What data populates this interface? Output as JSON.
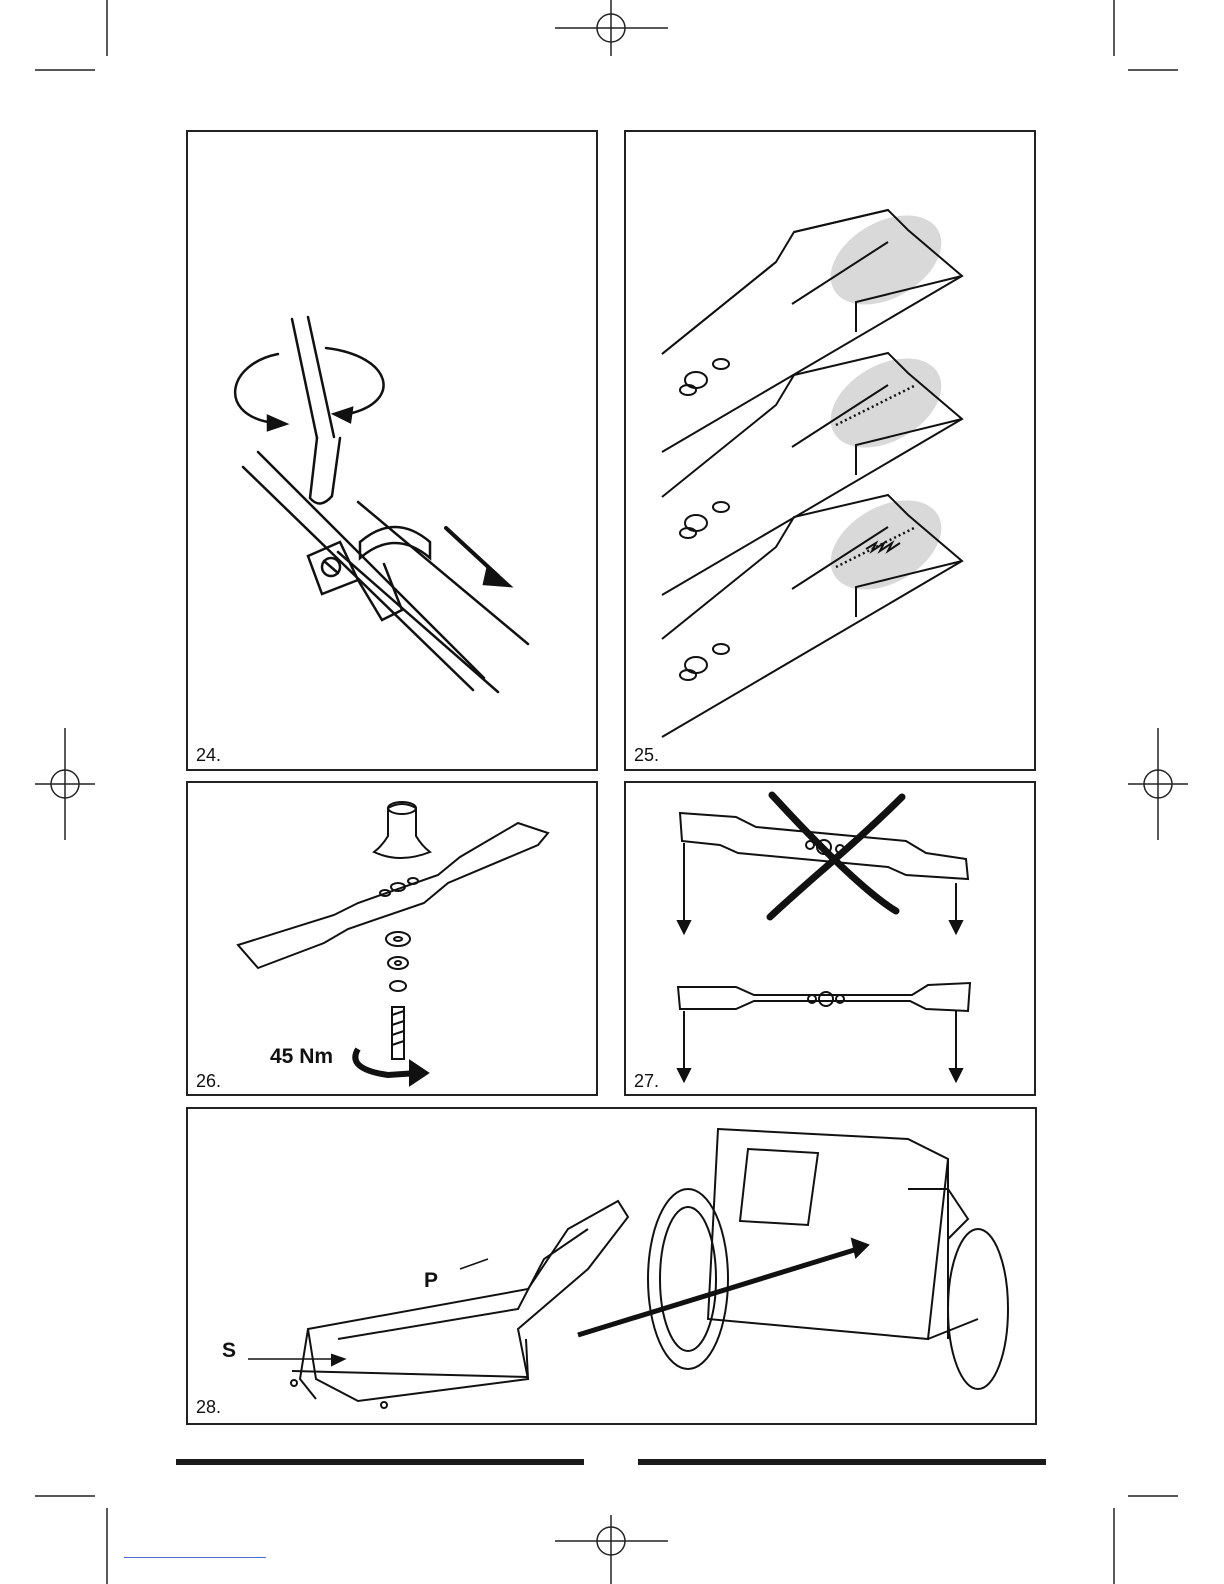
{
  "figures": [
    {
      "id": "24",
      "number": "24."
    },
    {
      "id": "25",
      "number": "25."
    },
    {
      "id": "26",
      "number": "26.",
      "torque": "45 Nm"
    },
    {
      "id": "27",
      "number": "27."
    },
    {
      "id": "28",
      "number": "28.",
      "labels": {
        "p": "P",
        "s": "S"
      }
    }
  ],
  "colors": {
    "ink": "#111111",
    "shade": "#d9d9d9",
    "bar": "#1a1a1a"
  }
}
